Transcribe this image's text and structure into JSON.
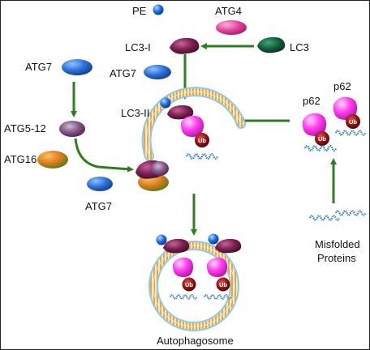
{
  "labels": {
    "pe": "PE",
    "atg4": "ATG4",
    "lc3_i": "LC3-I",
    "lc3": "LC3",
    "atg7_top": "ATG7",
    "atg7_mid": "ATG7",
    "atg7_bottom": "ATG7",
    "lc3_ii": "LC3-II",
    "atg5_12": "ATG5-12",
    "atg16": "ATG16",
    "p62_left": "p62",
    "p62_right": "p62",
    "misfolded_line1": "Misfolded",
    "misfolded_line2": "Proteins",
    "autophagosome": "Autophagosome"
  },
  "ub_text": "Ub",
  "colors": {
    "lc3_protein": "#7a1f4e",
    "lc3_dark": "#0f5a3a",
    "atg4": "#e0449c",
    "atg7": "#2a6fd6",
    "pe": "#1e70e8",
    "atg5_12": "#8a5a8a",
    "atg16": "#e07a1a",
    "p62": "#ff3ef0",
    "ub": "#8b1010",
    "misfolded_protein": "#3b82c4",
    "membrane_outer": "#8ecae6",
    "membrane_stripes": "#e9a640",
    "arrow": "#2e7d1e"
  },
  "icons": {
    "arrows": "green-arrow-icon",
    "protein": "protein-blob-icon",
    "ub": "ubiquitin-badge-icon",
    "misfolded": "misfolded-protein-squiggle-icon"
  }
}
